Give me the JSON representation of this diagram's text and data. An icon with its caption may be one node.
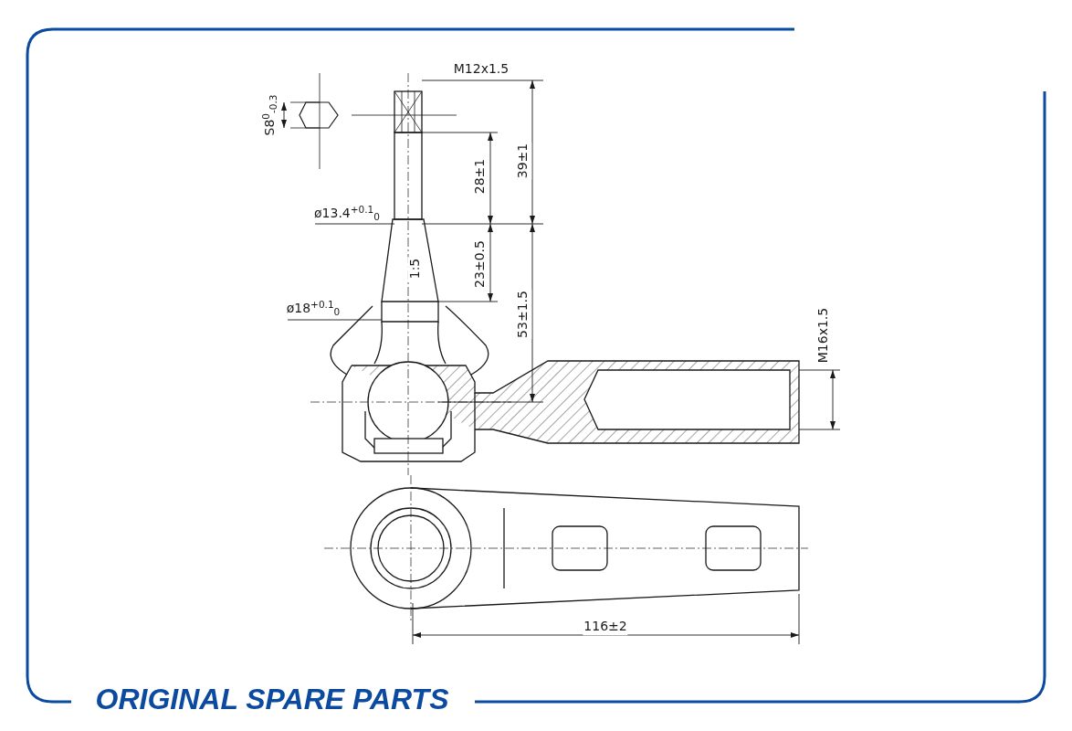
{
  "diagram": {
    "labels": [
      "M12x1.5",
      "S8$^{0}$$_{-0.3}$",
      "39±1",
      "28±1",
      "ø13.4$^{+0.1}$$_{0}$",
      "1:5",
      "23±0.5",
      "ø18$^{+0.1}$$_{0}$",
      "53±1.5",
      "M16x1.5",
      "116±2",
      "ORIGINAL SPARE PARTS"
    ]
  }
}
